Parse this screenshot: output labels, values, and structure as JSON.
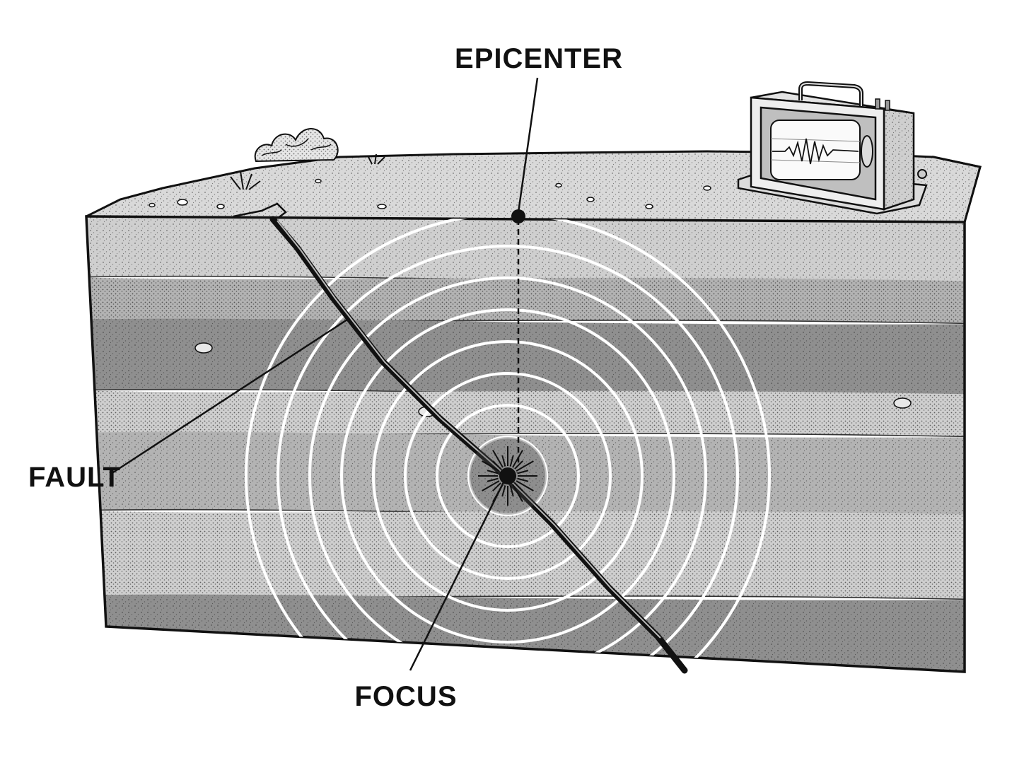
{
  "labels": {
    "epicenter": "EPICENTER",
    "fault": "FAULT",
    "focus": "FOCUS"
  },
  "colors": {
    "ink": "#111111",
    "paper": "#ffffff",
    "rock_light": "#cfcfcf",
    "rock_mid": "#b3b3b3",
    "rock_dark": "#8f8f8f",
    "ground_top": "#d9d9d9",
    "wave": "#ffffff"
  },
  "icons": {
    "seismograph": "seismograph-icon",
    "shrub": "shrub-icon",
    "grass": "grass-icon"
  },
  "wave_fronts": {
    "count": 8
  }
}
